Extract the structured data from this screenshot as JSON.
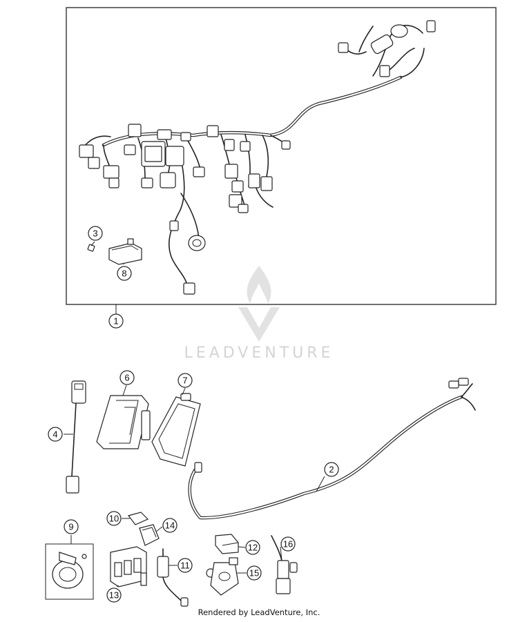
{
  "footer": "Rendered by LeadVenture, Inc.",
  "watermark": {
    "text": "LEADVENTURE",
    "color": "#d4d4d4"
  },
  "callouts": [
    {
      "id": "1",
      "label": "1"
    },
    {
      "id": "2",
      "label": "2"
    },
    {
      "id": "3",
      "label": "3"
    },
    {
      "id": "4",
      "label": "4"
    },
    {
      "id": "6",
      "label": "6"
    },
    {
      "id": "7",
      "label": "7"
    },
    {
      "id": "8",
      "label": "8"
    },
    {
      "id": "9",
      "label": "9"
    },
    {
      "id": "10",
      "label": "10"
    },
    {
      "id": "11",
      "label": "11"
    },
    {
      "id": "12",
      "label": "12"
    },
    {
      "id": "13",
      "label": "13"
    },
    {
      "id": "14",
      "label": "14"
    },
    {
      "id": "15",
      "label": "15"
    },
    {
      "id": "16",
      "label": "16"
    }
  ]
}
